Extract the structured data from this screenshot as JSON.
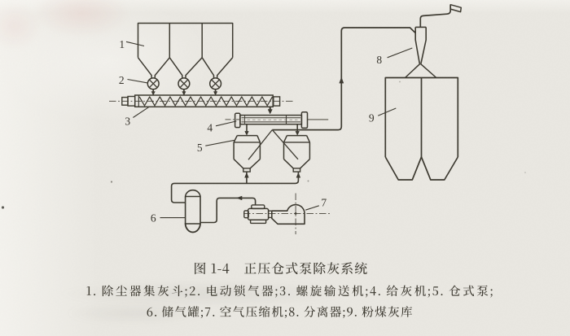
{
  "document": {
    "type": "scanned textbook figure",
    "language": "zh-CN",
    "figure_caption": "图 1-4　正压仓式泵除灰系统",
    "legend_line1": "1. 除尘器集灰斗;2. 电动锁气器;3. 螺旋输送机;4. 给灰机;5. 仓式泵;",
    "legend_line2": "6. 储气罐;7. 空气压缩机;8. 分离器;9. 粉煤灰库"
  },
  "diagram": {
    "title": "正压仓式泵除灰系统",
    "part_labels": [
      {
        "number": "1",
        "label": "除尘器集灰斗"
      },
      {
        "number": "2",
        "label": "电动锁气器"
      },
      {
        "number": "3",
        "label": "螺旋输送机"
      },
      {
        "number": "4",
        "label": "给灰机"
      },
      {
        "number": "5",
        "label": "仓式泵"
      },
      {
        "number": "6",
        "label": "储气罐"
      },
      {
        "number": "7",
        "label": "空气压缩机"
      },
      {
        "number": "8",
        "label": "分离器"
      },
      {
        "number": "9",
        "label": "粉煤灰库"
      }
    ]
  },
  "colors": {
    "paper": "#eae8e2",
    "ink": "#3a372f"
  }
}
